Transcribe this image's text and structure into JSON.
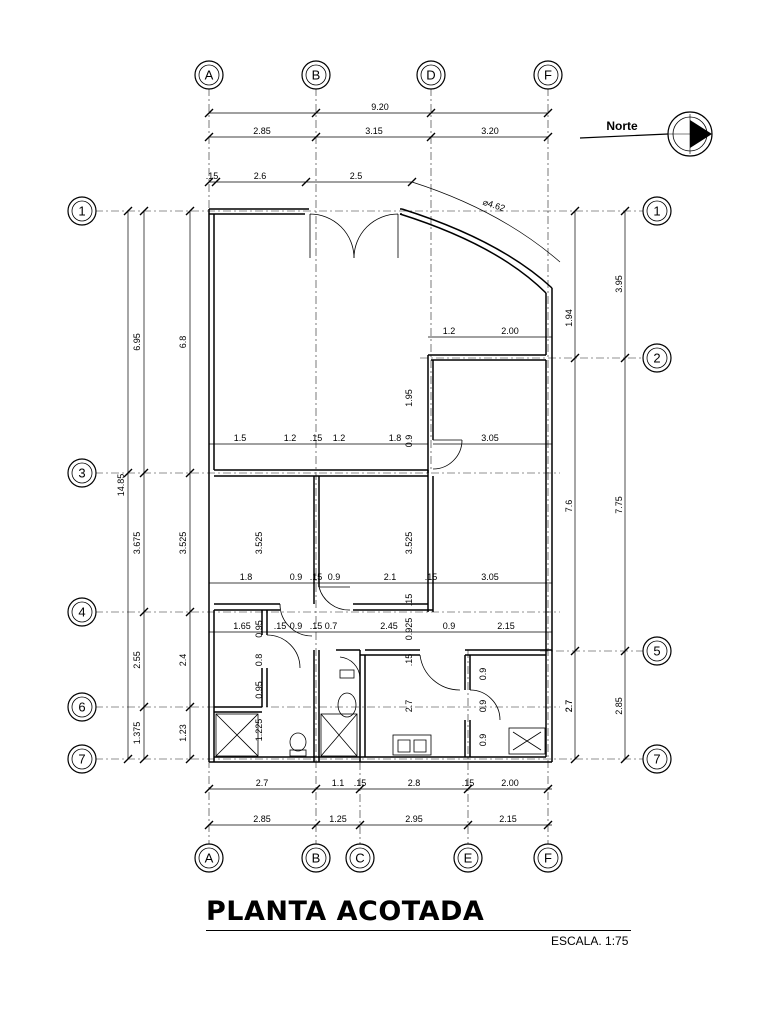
{
  "plan": {
    "grid_columns": [
      "A",
      "B",
      "D",
      "F"
    ],
    "grid_columns_bottom": [
      "A",
      "B",
      "C",
      "E",
      "F"
    ],
    "grid_rows_left": [
      "1",
      "3",
      "4",
      "6",
      "7"
    ],
    "grid_rows_right": [
      "1",
      "2",
      "5",
      "7"
    ],
    "north_label": "Norte",
    "top_dims": {
      "total": "9.20",
      "row2": [
        "2.85",
        "3.15",
        "3.20"
      ],
      "row3": [
        ".15",
        "2.6",
        "2.5"
      ],
      "arc": "4.62"
    },
    "left_dims": {
      "total": "14.85",
      "col1": [
        "6.95",
        "3.675",
        "2.55",
        "1.375"
      ],
      "col2": [
        "6.8",
        "3.525",
        "2.4",
        "1.23"
      ]
    },
    "right_dims": {
      "col1": [
        "3.95",
        "7.75",
        "2.85"
      ],
      "col2": [
        "1.94",
        "7.6",
        "2.7"
      ]
    },
    "inner_dims": {
      "d_12_200": [
        "1.2",
        "2.00"
      ],
      "d_195": "1.95",
      "row_a": [
        "1.5",
        "1.2",
        ".15",
        "1.2",
        "1.8",
        "0.9",
        "3.05"
      ],
      "v_3525a": "3.525",
      "v_3525b": "3.525",
      "row_b": [
        "1.8",
        "0.9",
        ".15",
        "0.9",
        "2.1",
        ".15",
        "3.05"
      ],
      "v_15a": ".15",
      "row_c": [
        "1.65",
        "0.95",
        ".15",
        "0.9",
        ".15",
        "0.7",
        "2.45",
        "0.925",
        "0.9",
        "2.15"
      ],
      "v_small": [
        "0.8",
        "0.95",
        "1.225",
        ".15",
        "2.7",
        "0.9",
        "0.9",
        "0.9",
        "2.7"
      ]
    },
    "bottom_dims": {
      "row1": [
        "2.7",
        "1.1",
        ".15",
        "2.8",
        ".15",
        "2.00"
      ],
      "row2": [
        "2.85",
        "1.25",
        "2.95",
        "2.15"
      ]
    }
  },
  "title": "PLANTA ACOTADA",
  "scale": "ESCALA. 1:75"
}
